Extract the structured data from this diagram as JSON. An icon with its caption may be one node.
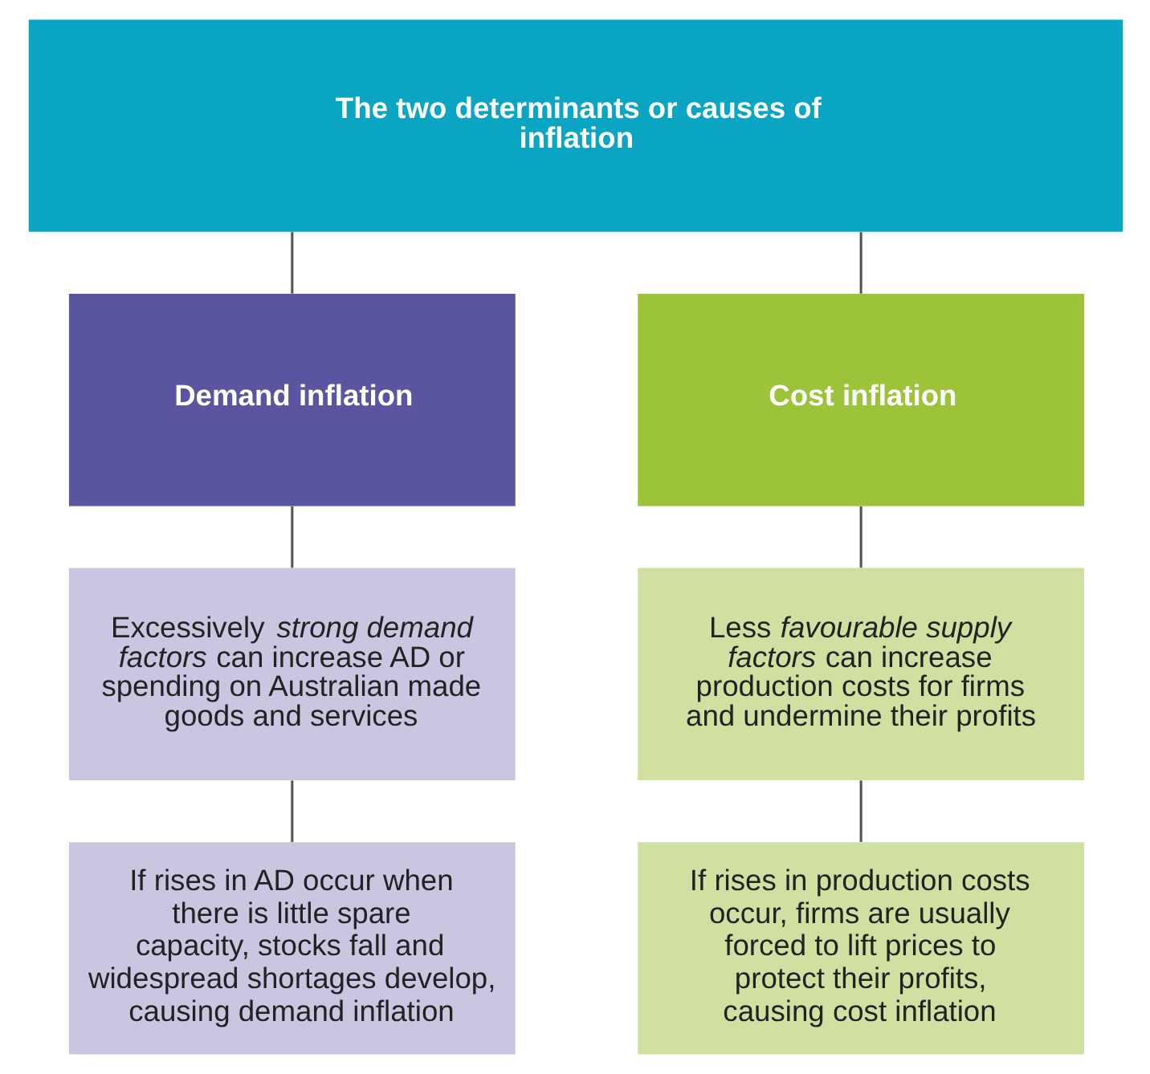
{
  "diagram": {
    "nodes": [
      {
        "text": [
          "The two determinants or causes of inflation"
        ]
      },
      {
        "text": [
          "Demand inflation"
        ]
      },
      {
        "text": [
          "Cost inflation"
        ]
      },
      {
        "text": [
          "Excessively *strong demand factors* can increase AD or spending on Australian made goods and services"
        ]
      },
      {
        "text": [
          "Less *favourable supply factors* can increase production costs for firms and undermine their profits"
        ]
      },
      {
        "text": [
          "If rises in AD occur when there is little spare capacity, stocks fall and widespread shortages develop, causing demand inflation"
        ]
      },
      {
        "text": [
          "If rises in production costs occur, firms are usually forced to lift prices to protect their profits, causing cost inflation"
        ]
      }
    ],
    "edges": [
      {
        "from": 0,
        "to": 1,
        "arrow": "none"
      },
      {
        "from": 0,
        "to": 2,
        "arrow": "none"
      },
      {
        "from": 1,
        "to": 3,
        "arrow": "none"
      },
      {
        "from": 3,
        "to": 5,
        "arrow": "none"
      },
      {
        "from": 2,
        "to": 4,
        "arrow": "none"
      },
      {
        "from": 4,
        "to": 6,
        "arrow": "none"
      }
    ]
  }
}
